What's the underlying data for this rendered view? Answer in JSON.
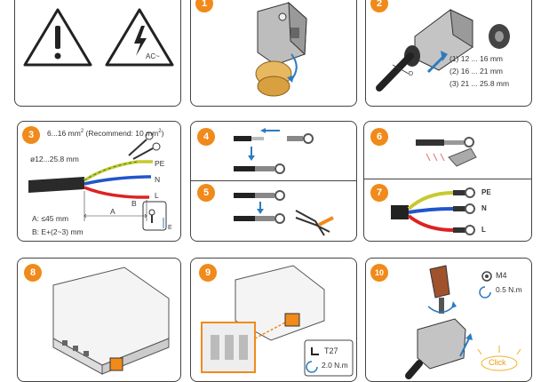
{
  "warnings": {
    "ac_label": "AC~"
  },
  "step1": {
    "number": "1"
  },
  "step2": {
    "number": "2",
    "callout": "D",
    "sizes": [
      "(1) 12 ... 16 mm",
      "(2) 16 ... 21 mm",
      "(3) 21 ... 25.8 mm"
    ]
  },
  "step3": {
    "number": "3",
    "cross_section": "6...16 mm",
    "sup": "2",
    "recommend": "(Recommend: 10 mm",
    "recommend_sup": "2",
    "recommend_end": ")",
    "diameter": "ø12...25.8 mm",
    "pe": "PE",
    "n": "N",
    "l": "L",
    "a_label": "A",
    "b_label": "B",
    "e_label": "E",
    "a_value": "A:  ≤45 mm",
    "b_value": "B: E+(2~3) mm"
  },
  "step4": {
    "number": "4"
  },
  "step5": {
    "number": "5"
  },
  "step6": {
    "number": "6"
  },
  "step7": {
    "number": "7",
    "pe": "PE",
    "n": "N",
    "l": "L"
  },
  "step8": {
    "number": "8"
  },
  "step9": {
    "number": "9",
    "tool": "T27",
    "torque": "2.0 N.m"
  },
  "step10": {
    "number": "10",
    "screw": "M4",
    "torque": "0.5 N.m",
    "click": "Click"
  },
  "colors": {
    "accent": "#f08a1a",
    "arrow": "#2b7bc0",
    "pe": "#c8c830",
    "n": "#2255cc",
    "l": "#dd2222"
  }
}
